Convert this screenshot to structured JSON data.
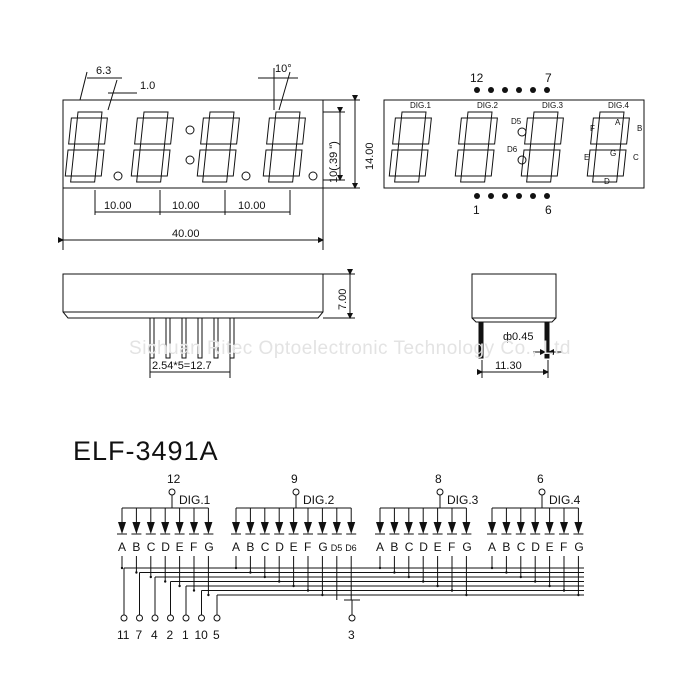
{
  "dimensions": {
    "d_6_3": "6.3",
    "d_1_0": "1.0",
    "d_10deg": "10°",
    "d_10_39": "10(.39 \")",
    "d_14": "14.00",
    "d_pitch1": "10.00",
    "d_pitch2": "10.00",
    "d_pitch3": "10.00",
    "d_40": "40.00",
    "d_7": "7.00",
    "d_pins": "2.54*5=12.7",
    "d_phi": "ф0.45",
    "d_11_30": "11.30"
  },
  "front_view": {
    "dig_labels": [
      "DIG.1",
      "DIG.2",
      "DIG.3",
      "DIG.4"
    ],
    "dot_labels": [
      "D5",
      "D6"
    ],
    "segment_labels": [
      "A",
      "B",
      "C",
      "D",
      "E",
      "F",
      "G"
    ],
    "pin_top_left": "12",
    "pin_top_right": "7",
    "pin_bottom_left": "1",
    "pin_bottom_right": "6"
  },
  "watermark": "Sichuan Ritec Optoelectronic Technology Co., Ltd",
  "model": "ELF-3491A",
  "schematic": {
    "digits": [
      {
        "label": "DIG.1",
        "pin": "12",
        "segments": [
          "A",
          "B",
          "C",
          "D",
          "E",
          "F",
          "G"
        ]
      },
      {
        "label": "DIG.2",
        "pin": "9",
        "segments": [
          "A",
          "B",
          "C",
          "D",
          "E",
          "F",
          "G",
          "D5",
          "D6"
        ]
      },
      {
        "label": "DIG.3",
        "pin": "8",
        "segments": [
          "A",
          "B",
          "C",
          "D",
          "E",
          "F",
          "G"
        ]
      },
      {
        "label": "DIG.4",
        "pin": "6",
        "segments": [
          "A",
          "B",
          "C",
          "D",
          "E",
          "F",
          "G"
        ]
      }
    ],
    "segment_pins": [
      "11",
      "7",
      "4",
      "2",
      "1",
      "10",
      "5"
    ],
    "dot_pin": "3"
  }
}
